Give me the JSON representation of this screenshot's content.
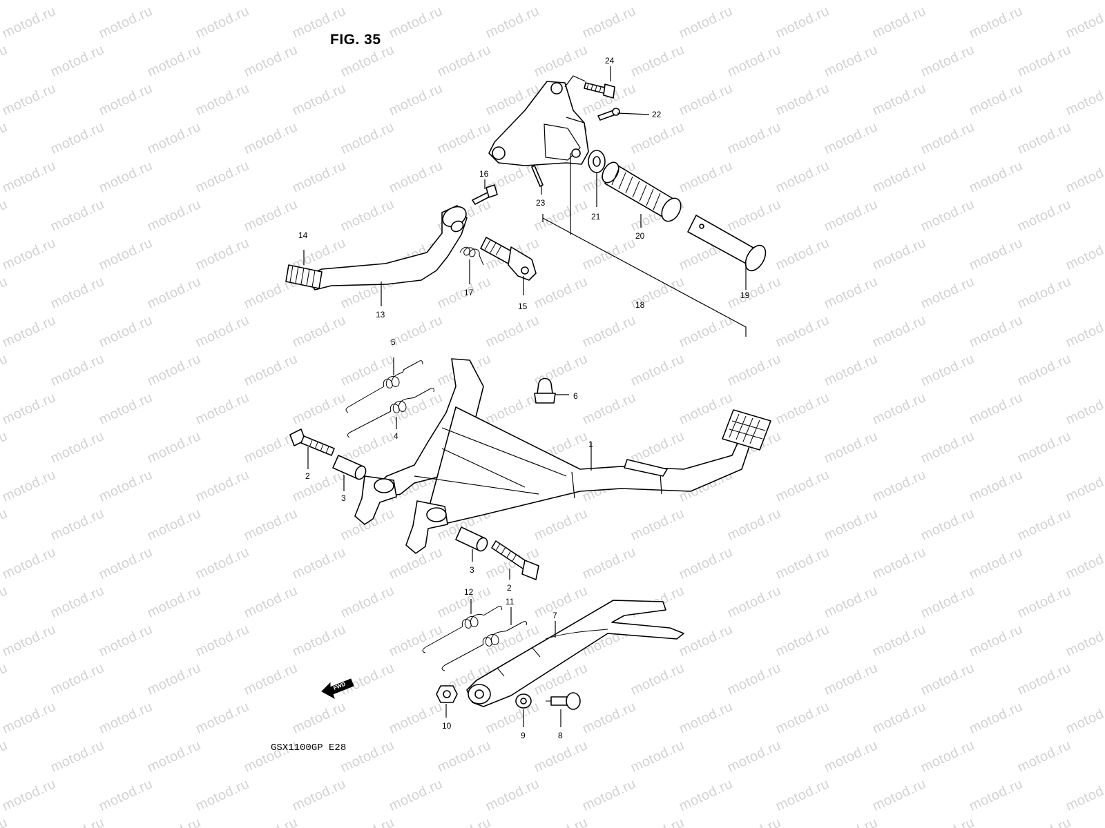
{
  "figure": {
    "title": "FIG. 35",
    "model_code": "GSX1100GP  E28",
    "fwd_label": "FWD",
    "watermark_text": "motod.ru"
  },
  "callouts": {
    "p1": "1",
    "p2a": "2",
    "p2b": "2",
    "p3a": "3",
    "p3b": "3",
    "p4": "4",
    "p5": "5",
    "p6": "6",
    "p7": "7",
    "p8": "8",
    "p9": "9",
    "p10": "10",
    "p11": "11",
    "p12": "12",
    "p13": "13",
    "p14": "14",
    "p15": "15",
    "p16": "16",
    "p17": "17",
    "p18": "18",
    "p19": "19",
    "p20": "20",
    "p21": "21",
    "p22": "22",
    "p23": "23",
    "p24": "24"
  },
  "colors": {
    "ink": "#000000",
    "watermark": "#d2d2d2",
    "background": "#ffffff"
  }
}
